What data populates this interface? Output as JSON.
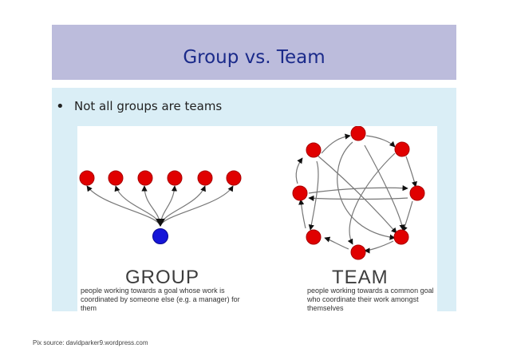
{
  "slide": {
    "title": "Group vs. Team",
    "bullet": "Not all groups are teams",
    "source": "Pix source: davidparker9.wordpress.com"
  },
  "figure": {
    "group_title": "GROUP",
    "group_caption": "people working towards a goal whose work is coordinated by someone else (e.g. a manager) for them",
    "team_title": "TEAM",
    "team_caption": "people working towards a common goal who coordinate their work amongst themselves"
  },
  "colors": {
    "title_bar": "#bcbcdc",
    "title_text": "#1a2a8a",
    "panel": "#daeef6",
    "node_red": "#e00000",
    "node_blue": "#1515d8"
  }
}
